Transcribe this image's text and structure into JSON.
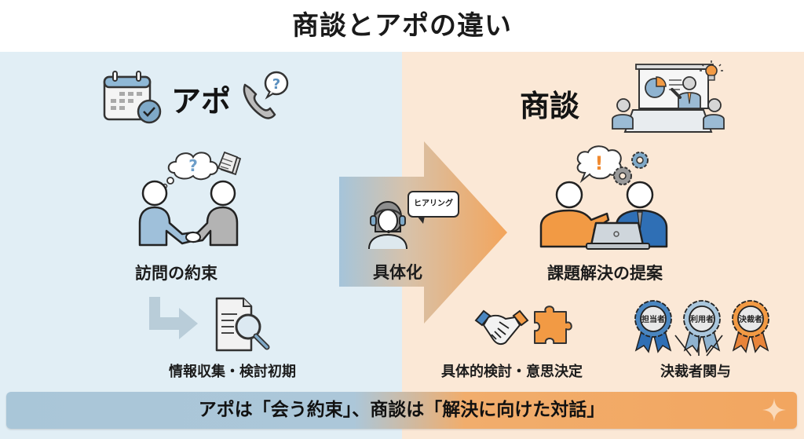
{
  "title": "商談とアポの違い",
  "colors": {
    "left_bg": "#e1eef5",
    "right_bg": "#fbe8d6",
    "blue_accent": "#4a86c0",
    "orange_accent": "#f29a44",
    "gray_figure": "#b5b5b5"
  },
  "left": {
    "heading": "アポ",
    "icons": [
      "calendar-check-icon",
      "phone-question-icon"
    ],
    "main_label": "訪問の約束",
    "main_icons": [
      "handshake-people-icon",
      "thought-bubble-question-icon",
      "document-icon"
    ],
    "sub_label": "情報収集・検討初期",
    "sub_icons": [
      "turn-arrow-icon",
      "document-magnifier-icon"
    ]
  },
  "center": {
    "label": "具体化",
    "bubble": "ヒアリング",
    "icons": [
      "operator-headset-icon",
      "right-arrow-icon"
    ]
  },
  "right": {
    "heading": "商談",
    "icons": [
      "meeting-presentation-icon",
      "lightbulb-icon"
    ],
    "main_label": "課題解決の提案",
    "main_icons": [
      "consultation-laptop-icon",
      "thought-bubble-exclamation-icon",
      "gears-icon"
    ],
    "sub_left_label": "具体的検討・意思決定",
    "sub_left_icons": [
      "handshake-icon",
      "puzzle-piece-icon"
    ],
    "sub_right_label": "決裁者関与",
    "badges": [
      "担当者",
      "利用者",
      "決裁者"
    ]
  },
  "banner": {
    "text": "アポは「会う約束」、商談は「解決に向けた対話」",
    "icon": "sparkle-icon"
  }
}
